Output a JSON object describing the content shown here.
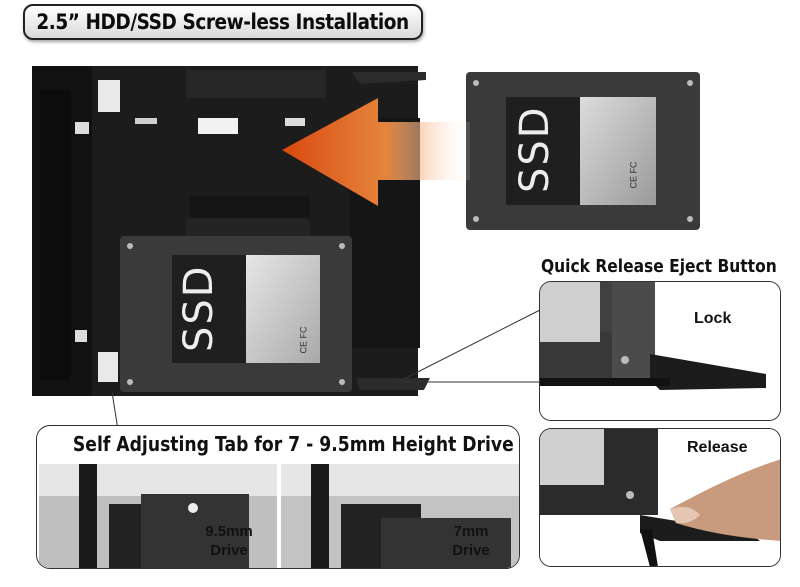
{
  "title": "2.5” HDD/SSD Screw-less Installation",
  "drive_badge": "SSD",
  "cert_mark": "CE FC",
  "eject": {
    "title": "Quick Release Eject Button",
    "lock_label": "Lock",
    "release_label": "Release"
  },
  "tab": {
    "title": "Self Adjusting Tab for 7 - 9.5mm Height Drive",
    "left_size": "9.5mm",
    "left_unit": "Drive",
    "right_size": "7mm",
    "right_unit": "Drive"
  },
  "colors": {
    "arrow": "#e8671c",
    "bracket": "#1b1b1b",
    "drive_body": "#3a3a3a",
    "label_silver": "#cfcfcf"
  }
}
